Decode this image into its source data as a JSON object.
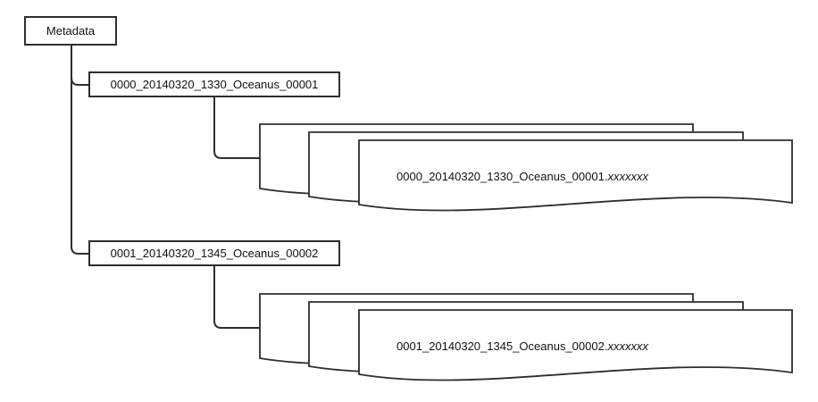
{
  "diagram": {
    "root": {
      "label": "Metadata"
    },
    "branches": [
      {
        "folder": "0000_20140320_1330_Oceanus_00001",
        "file_base": "0000_20140320_1330_Oceanus_00001.",
        "file_ext": "xxxxxxx"
      },
      {
        "folder": "0001_20140320_1345_Oceanus_00002",
        "file_base": "0001_20140320_1345_Oceanus_00002.",
        "file_ext": "xxxxxxx"
      }
    ],
    "colors": {
      "stroke": "#2e2e2e",
      "text": "#111111",
      "background": "#ffffff"
    }
  }
}
